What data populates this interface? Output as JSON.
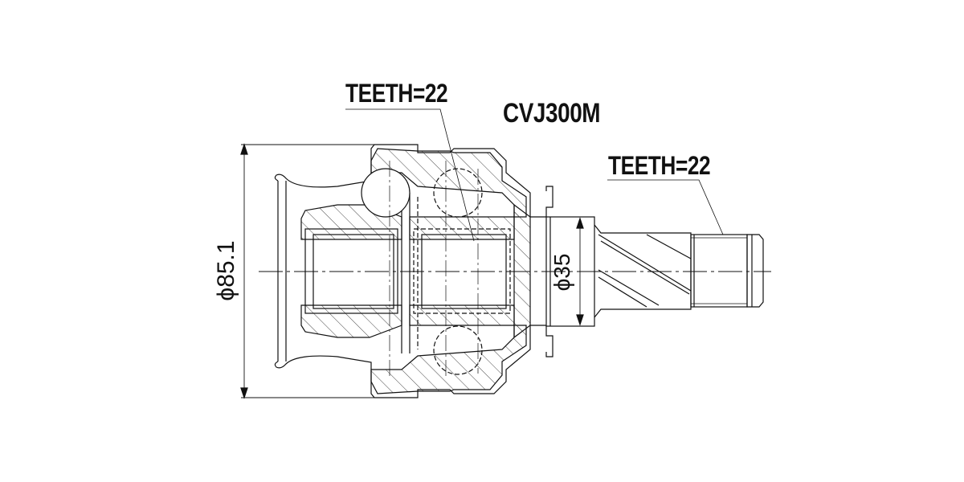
{
  "drawing": {
    "part_number": "CVJ300M",
    "labels": {
      "teeth_inner": "TEETH=22",
      "teeth_outer": "TEETH=22",
      "outer_diameter": "ϕ85.1",
      "shaft_diameter": "ϕ35"
    },
    "colors": {
      "line": "#111111",
      "background": "#ffffff",
      "hatch": "#333333"
    }
  }
}
